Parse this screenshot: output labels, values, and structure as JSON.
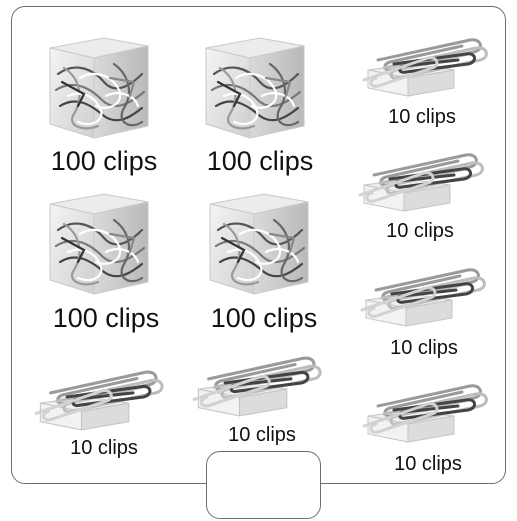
{
  "groups": [
    {
      "kind": "box",
      "label": "100 clips"
    },
    {
      "kind": "box",
      "label": "100 clips"
    },
    {
      "kind": "box",
      "label": "100 clips"
    },
    {
      "kind": "box",
      "label": "100 clips"
    },
    {
      "kind": "small",
      "label": "10 clips"
    },
    {
      "kind": "small",
      "label": "10 clips"
    },
    {
      "kind": "small",
      "label": "10 clips"
    },
    {
      "kind": "small",
      "label": "10 clips"
    },
    {
      "kind": "small",
      "label": "10 clips"
    },
    {
      "kind": "small",
      "label": "10 clips"
    }
  ],
  "answer": {
    "value": ""
  }
}
